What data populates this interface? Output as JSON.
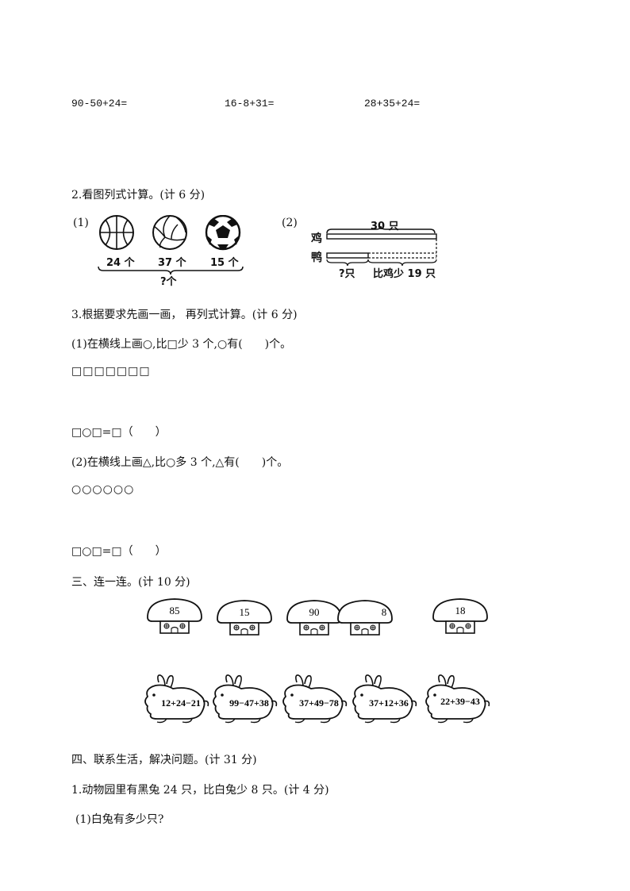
{
  "top_row": {
    "e1": "90-50+24=",
    "e2": "16-8+31=",
    "e3": "28+35+24="
  },
  "q2": {
    "title": "2.看图列式计算。(计 6 分)",
    "p1": {
      "label": "(1)",
      "counts": [
        "24 个",
        "37 个",
        "15 个"
      ],
      "total": "?个"
    },
    "p2": {
      "label": "(2)",
      "total": "30 只",
      "row1": "鸡",
      "row2": "鸭",
      "unknown": "?只",
      "diff": "比鸡少 19 只"
    }
  },
  "q3": {
    "title": "3.根据要求先画一画， 再列式计算。(计 6 分)",
    "p1_text": "(1)在横线上画○,比□少 3 个,○有(　　)个。",
    "p1_shapes": "□□□□□□□",
    "p1_formula": "□○□=□（　　）",
    "p2_text": "(2)在横线上画△,比○多 3 个,△有(　　)个。",
    "p2_shapes": "○○○○○○",
    "p2_formula": "□○□=□（　　）"
  },
  "s3": {
    "title": "三、连一连。(计 10 分)",
    "houses": [
      "85",
      "15",
      "90",
      "8",
      "18"
    ],
    "rabbits": [
      "12+24−21",
      "99−47+38",
      "37+49−78",
      "37+12+36",
      "22+39−43"
    ]
  },
  "s4": {
    "title": "四、联系生活，解决问题。(计 31 分)",
    "q1": "1.动物园里有黑兔 24 只，比白兔少 8 只。(计 4 分)",
    "q1_sub1": "(1)白兔有多少只?"
  }
}
